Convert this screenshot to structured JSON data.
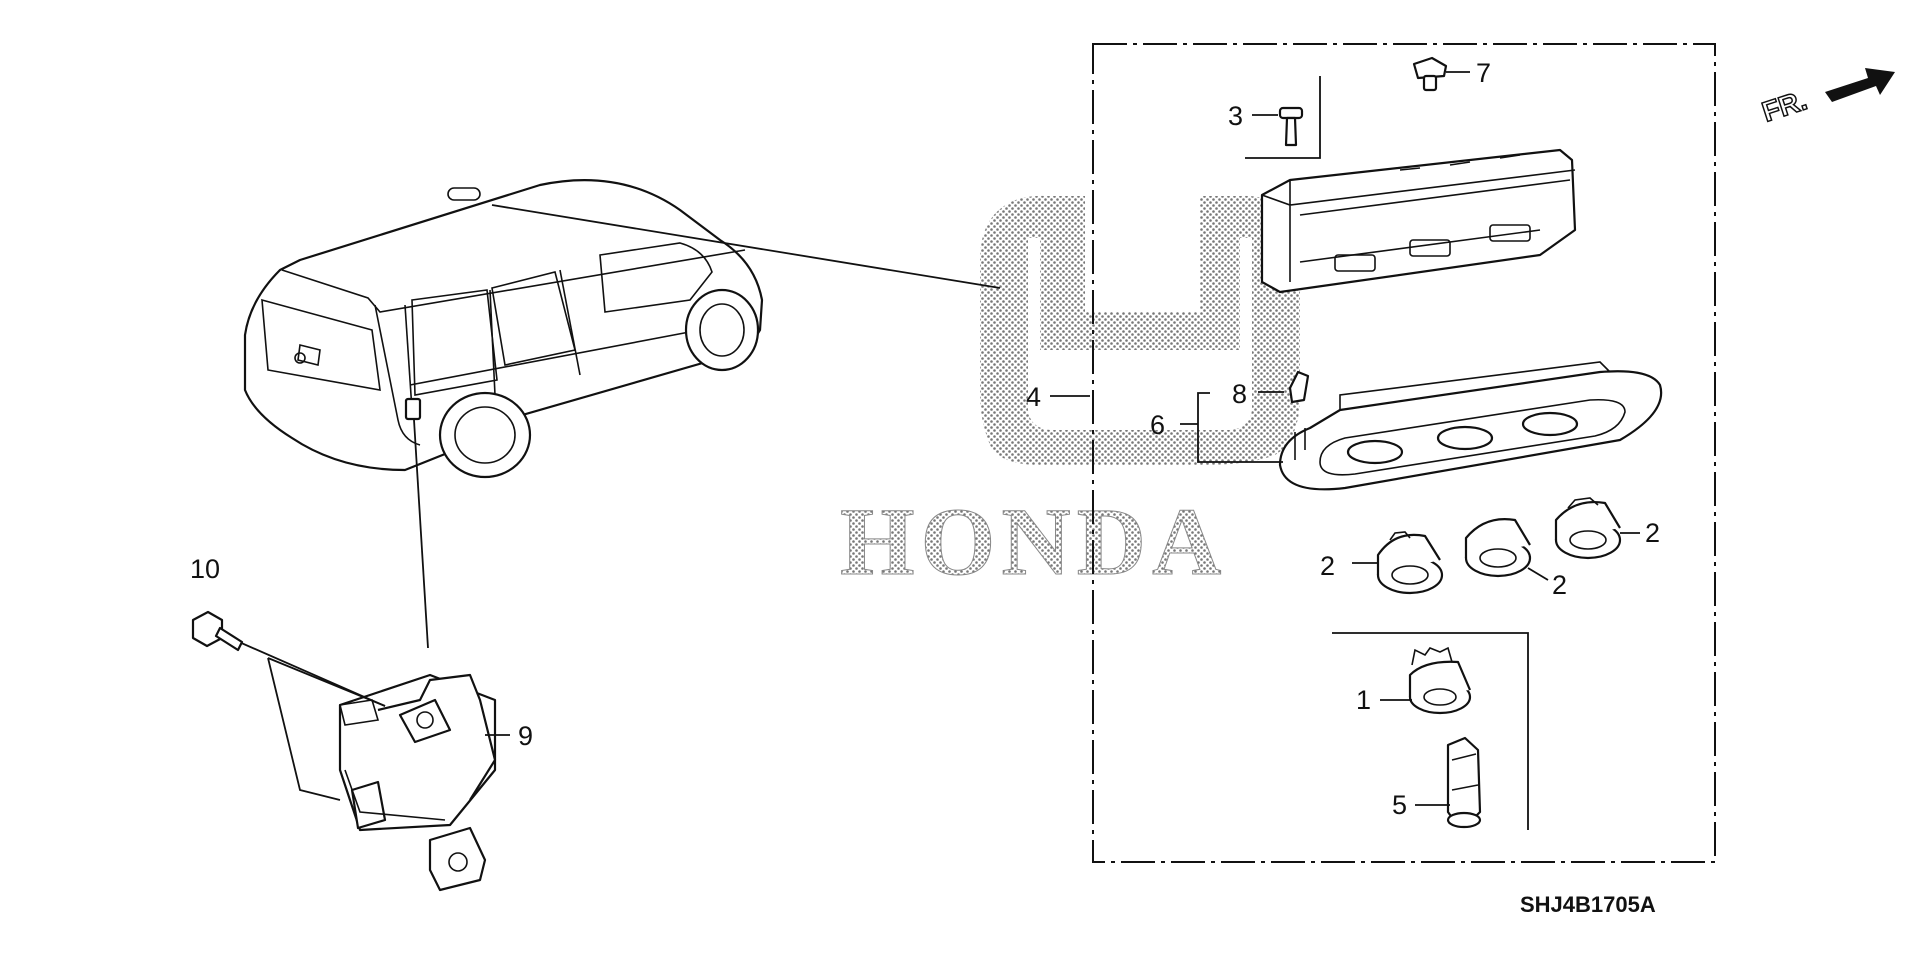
{
  "diagram": {
    "watermark_text": "HONDA",
    "direction_label": "FR.",
    "diagram_code": "SHJ4B1705A",
    "callouts": [
      {
        "id": "c1",
        "label": "1"
      },
      {
        "id": "c2a",
        "label": "2"
      },
      {
        "id": "c2b",
        "label": "2"
      },
      {
        "id": "c2c",
        "label": "2"
      },
      {
        "id": "c3",
        "label": "3"
      },
      {
        "id": "c4",
        "label": "4"
      },
      {
        "id": "c5",
        "label": "5"
      },
      {
        "id": "c6",
        "label": "6"
      },
      {
        "id": "c7",
        "label": "7"
      },
      {
        "id": "c8",
        "label": "8"
      },
      {
        "id": "c9",
        "label": "9"
      },
      {
        "id": "c10",
        "label": "10"
      }
    ]
  }
}
